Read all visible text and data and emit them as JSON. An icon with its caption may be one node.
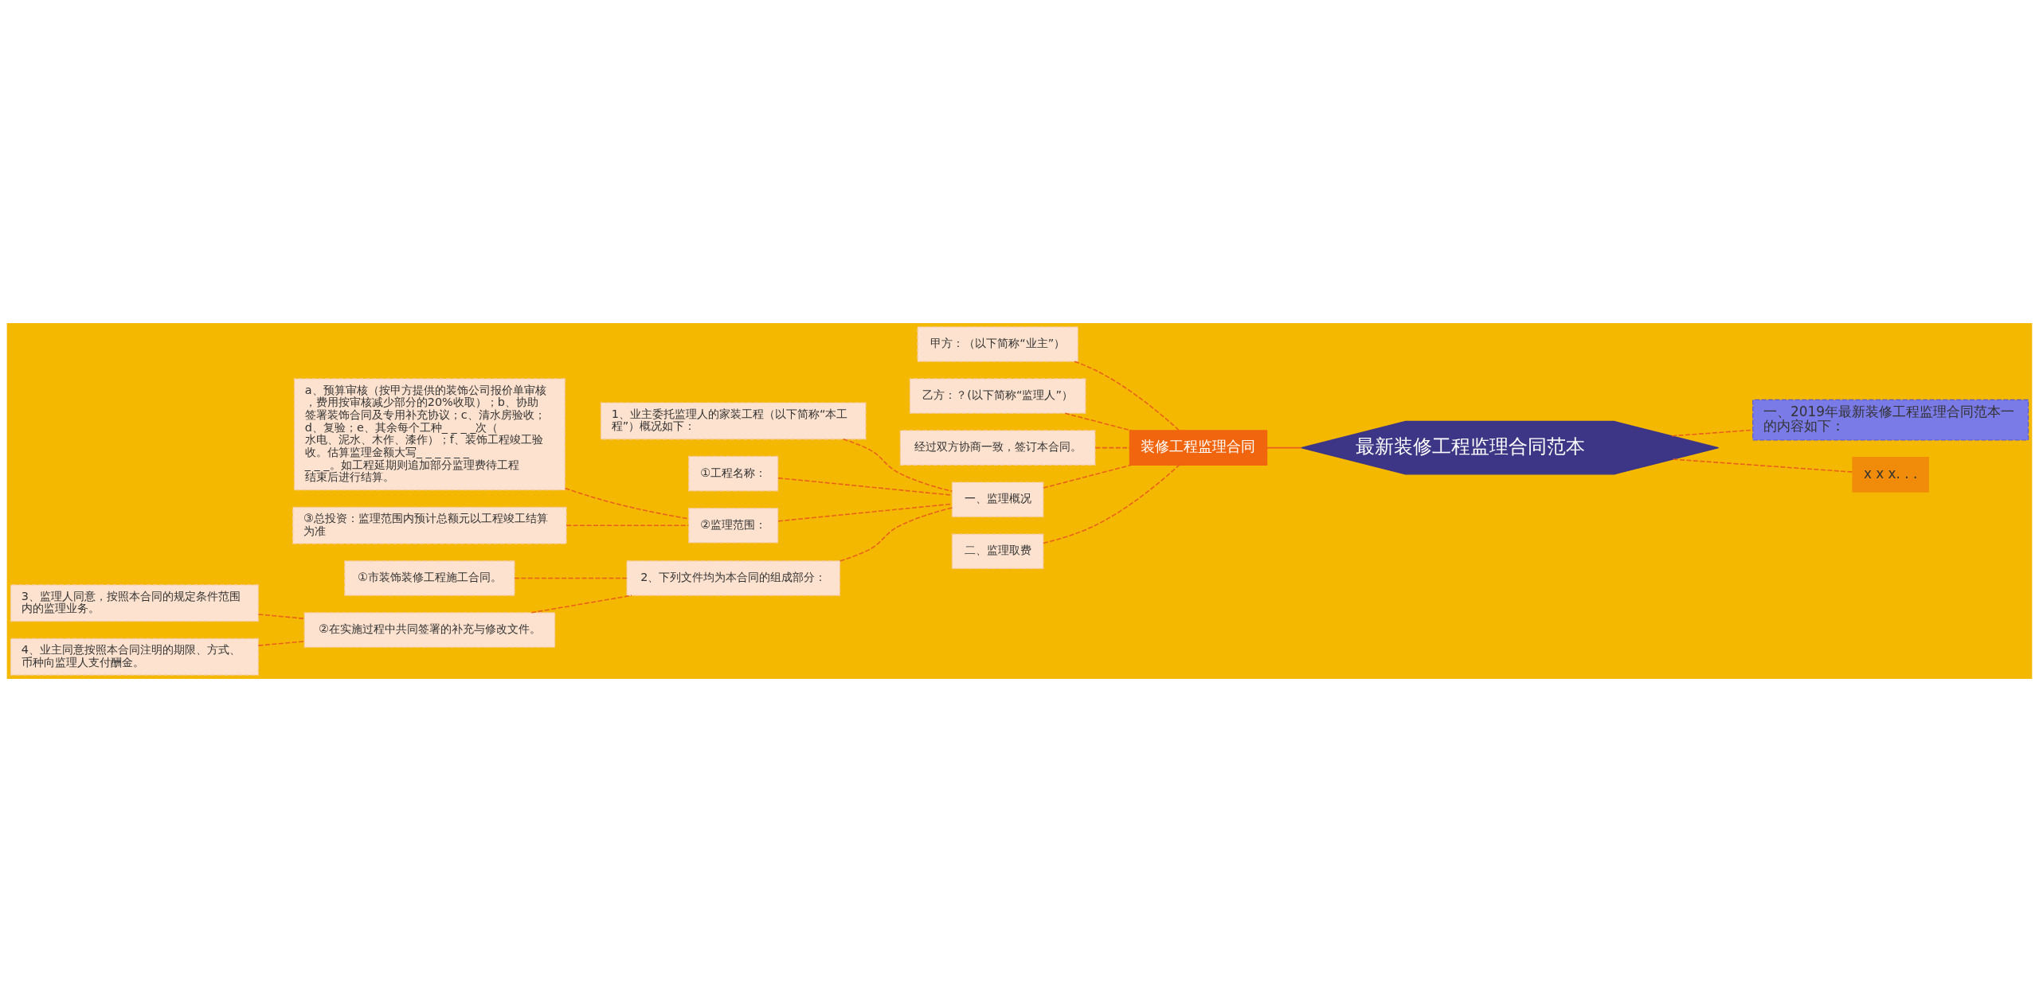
{
  "diagram": {
    "nodes": [
      {
        "text": [
          "最新装修工程监理合同范本"
        ]
      },
      {
        "text": [
          "装修工程监理合同"
        ]
      },
      {
        "text": [
          "甲方：（以下简称“业主”）"
        ]
      },
      {
        "text": [
          "乙方：？(以下简称“监理人”）"
        ]
      },
      {
        "text": [
          "经过双方协商一致，签订本合同。"
        ]
      },
      {
        "text": [
          "一、监理概况"
        ]
      },
      {
        "text": [
          "1、业主委托监理人的家装工程（以下简称“本工程”）概况如下："
        ]
      },
      {
        "text": [
          "①工程名称："
        ]
      },
      {
        "text": [
          "②监理范围："
        ]
      },
      {
        "text": [
          "a、预算审核（按甲方提供的装饰公司报价单审核，费用按审核减少部分的20%收取）；b、协助签署装饰合同及专用补充协议；c、清水房验收；d、复验；e、其余每个工种_ _ _ _次（水电、泥水、木作、漆作）；f、装饰工程竣工验收。估算监理金额大写_ _ _ _ _ _ _ _ _。如工程延期则追加部分监理费待工程结束后进行结算。"
        ]
      },
      {
        "text": [
          "③总投资：监理范围内预计总额元以工程竣工结算为准"
        ]
      },
      {
        "text": [
          "2、下列文件均为本合同的组成部分："
        ]
      },
      {
        "text": [
          "①市装饰装修工程施工合同。"
        ]
      },
      {
        "text": [
          "②在实施过程中共同签署的补充与修改文件。"
        ]
      },
      {
        "text": [
          "3、监理人同意，按照本合同的规定条件范围内的监理业务。"
        ]
      },
      {
        "text": [
          "4、业主同意按照本合同注明的期限、方式、币种向监理人支付酬金。"
        ]
      },
      {
        "text": [
          "二、监理取费"
        ]
      },
      {
        "text": [
          "一、2019年最新装修工程监理合同范本一的内容如下："
        ]
      },
      {
        "text": [
          "x x x. . ."
        ]
      }
    ],
    "edges": [
      {
        "from": 0,
        "to": 1,
        "arrow": "none"
      },
      {
        "from": 1,
        "to": 2,
        "arrow": "none",
        "style": "dashed"
      },
      {
        "from": 1,
        "to": 3,
        "arrow": "none",
        "style": "dashed"
      },
      {
        "from": 1,
        "to": 4,
        "arrow": "none",
        "style": "dashed"
      },
      {
        "from": 1,
        "to": 5,
        "arrow": "none",
        "style": "dashed"
      },
      {
        "from": 5,
        "to": 6,
        "arrow": "none",
        "style": "dashed"
      },
      {
        "from": 5,
        "to": 7,
        "arrow": "none",
        "style": "dashed"
      },
      {
        "from": 5,
        "to": 8,
        "arrow": "none",
        "style": "dashed"
      },
      {
        "from": 8,
        "to": 9,
        "arrow": "none",
        "style": "dashed"
      },
      {
        "from": 8,
        "to": 10,
        "arrow": "none",
        "style": "dashed"
      },
      {
        "from": 5,
        "to": 11,
        "arrow": "none",
        "style": "dashed"
      },
      {
        "from": 11,
        "to": 12,
        "arrow": "none",
        "style": "dashed"
      },
      {
        "from": 11,
        "to": 13,
        "arrow": "none",
        "style": "dashed"
      },
      {
        "from": 13,
        "to": 14,
        "arrow": "none",
        "style": "dashed"
      },
      {
        "from": 13,
        "to": 15,
        "arrow": "none",
        "style": "dashed"
      },
      {
        "from": 1,
        "to": 16,
        "arrow": "none",
        "style": "dashed"
      },
      {
        "from": 0,
        "to": 17,
        "arrow": "none",
        "style": "dashed"
      },
      {
        "from": 0,
        "to": 18,
        "arrow": "none",
        "style": "dashed"
      }
    ]
  }
}
